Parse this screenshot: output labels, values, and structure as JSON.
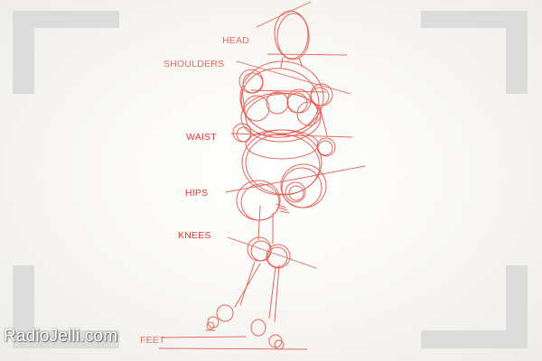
{
  "colors": {
    "sketch": "#e0564c",
    "label": "#e23b36",
    "frame": "#dcdcdc"
  },
  "labels": {
    "head": "HEAD",
    "shoulders": "SHOULDERS",
    "waist": "WAIST",
    "hips": "HIPS",
    "knees": "KNEES",
    "feet": "FEET"
  },
  "watermark": "RadioJelli.com"
}
